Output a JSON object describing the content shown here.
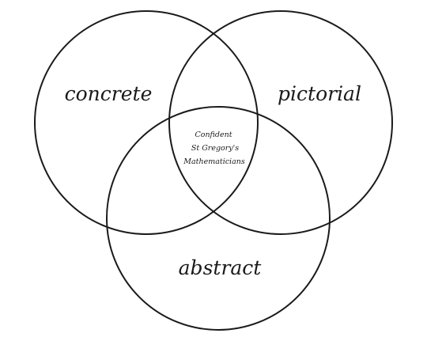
{
  "diagram": {
    "sets": [
      {
        "key": "left",
        "label": "concrete"
      },
      {
        "key": "right",
        "label": "pictorial"
      },
      {
        "key": "bottom",
        "label": "abstract"
      }
    ],
    "center_lines": [
      "Confident",
      "St Gregory's",
      "Mathematicians"
    ]
  }
}
